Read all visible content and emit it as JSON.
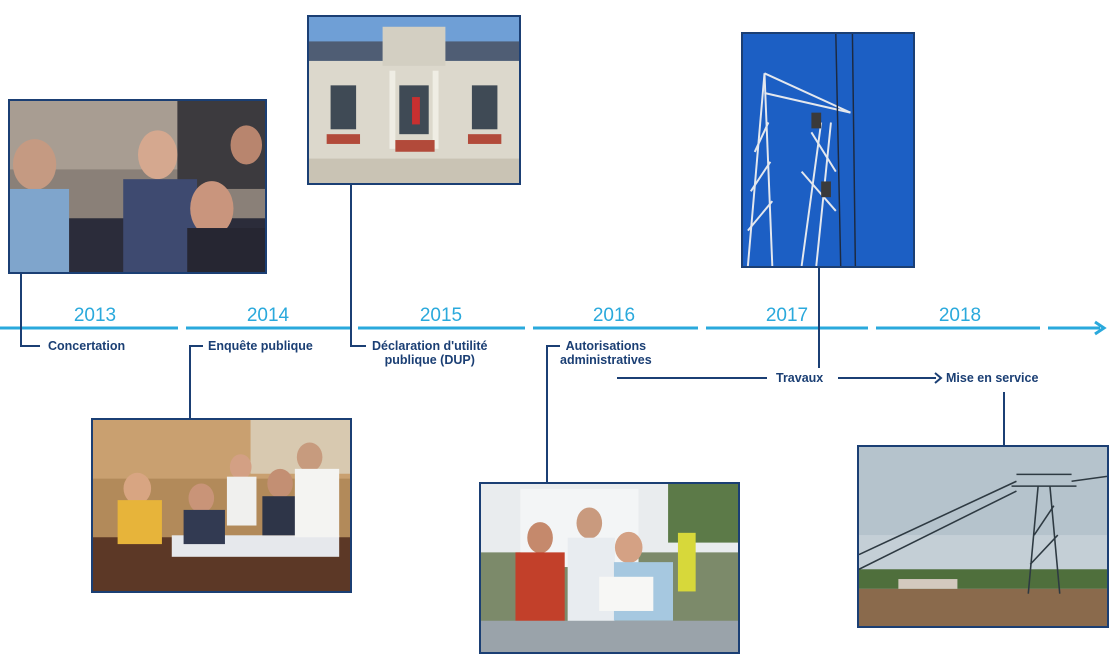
{
  "years": [
    "2013",
    "2014",
    "2015",
    "2016",
    "2017",
    "2018"
  ],
  "milestones": [
    {
      "label": "Concertation"
    },
    {
      "label": "Enquête publique"
    },
    {
      "label_line1": "Déclaration d'utilité",
      "label_line2": "publique (DUP)"
    },
    {
      "label_line1": "Autorisations",
      "label_line2": "administratives"
    },
    {
      "label": "Travaux"
    },
    {
      "label": "Mise en service"
    }
  ],
  "colors": {
    "timeline": "#2aa9dc",
    "connector": "#1b3f74",
    "label": "#1b3f74"
  },
  "photos": [
    {
      "subject": "meeting"
    },
    {
      "subject": "town-hall"
    },
    {
      "subject": "pylon-workers"
    },
    {
      "subject": "map-review"
    },
    {
      "subject": "site-discussion"
    },
    {
      "subject": "power-line"
    }
  ]
}
